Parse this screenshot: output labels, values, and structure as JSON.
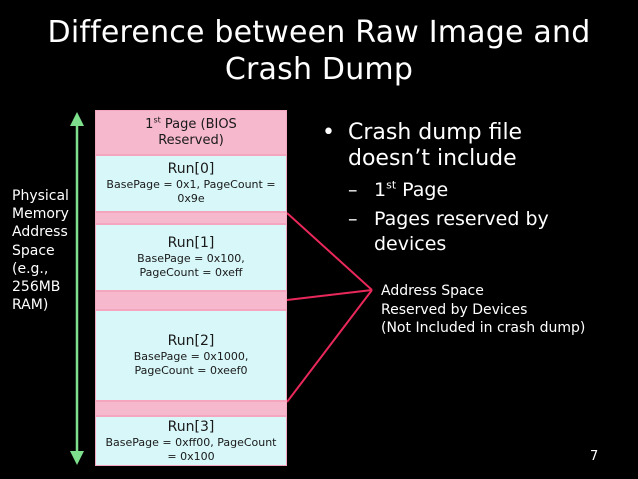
{
  "title": [
    "Difference between Raw Image and",
    "Crash Dump"
  ],
  "side_label": [
    "Physical",
    "Memory",
    "Address",
    "Space",
    "(e.g.,",
    "256MB",
    "RAM)"
  ],
  "memory_blocks": {
    "bios": {
      "line1_prefix": "1",
      "line1_sup": "st",
      "line1_rest": " Page (BIOS",
      "line2": "Reserved)"
    },
    "run0": {
      "name": "Run[0]",
      "detail": "BasePage = 0x1, PageCount = 0x9e"
    },
    "run1": {
      "name": "Run[1]",
      "detail": "BasePage = 0x100, PageCount = 0xeff"
    },
    "run2": {
      "name": "Run[2]",
      "detail": "BasePage = 0x1000, PageCount = 0xeef0"
    },
    "run3": {
      "name": "Run[3]",
      "detail": "BasePage = 0xff00, PageCount = 0x100"
    }
  },
  "bullets": {
    "main_line1": "Crash dump file",
    "main_line2": "doesn’t include",
    "sub1_prefix": "1",
    "sub1_sup": "st",
    "sub1_rest": " Page",
    "sub2_line1": "Pages reserved by",
    "sub2_line2": "devices"
  },
  "annotation": [
    "Address Space",
    "Reserved by Devices",
    "(Not Included in crash dump)"
  ],
  "page_number": "7",
  "colors": {
    "background": "#000000",
    "text": "#ffffff",
    "reserved_block": "#f6b8cc",
    "run_block": "#d7f7f9",
    "arrow": "#7ee08c",
    "callout_line": "#e8285a"
  }
}
